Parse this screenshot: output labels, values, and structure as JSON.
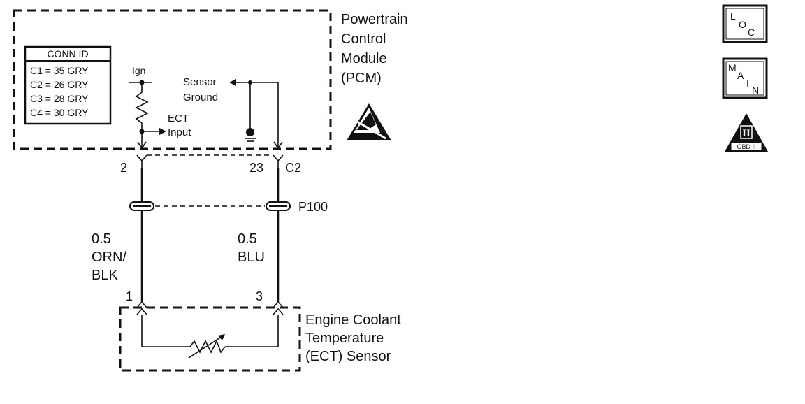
{
  "pcm": {
    "title_lines": [
      "Powertrain",
      "Control",
      "Module",
      "(PCM)"
    ],
    "conn_id": {
      "header": "CONN ID",
      "rows": [
        "C1 = 35 GRY",
        "C2 = 26 GRY",
        "C3 = 28 GRY",
        "C4 = 30 GRY"
      ]
    },
    "ign_label": "Ign",
    "ect_input_lines": [
      "ECT",
      "Input"
    ],
    "sensor_ground_lines": [
      "Sensor",
      "Ground"
    ]
  },
  "connector": {
    "left_pin": "2",
    "right_pin": "23",
    "name": "C2"
  },
  "splice": {
    "label": "P100"
  },
  "wires": {
    "left": {
      "gauge": "0.5",
      "color_lines": [
        "ORN/",
        "BLK"
      ]
    },
    "right": {
      "gauge": "0.5",
      "color_lines": [
        "BLU"
      ]
    }
  },
  "sensor": {
    "left_pin": "1",
    "right_pin": "3",
    "title_lines": [
      "Engine Coolant",
      "Temperature",
      "(ECT) Sensor"
    ]
  },
  "icons": {
    "loc": {
      "letters": [
        "L",
        "O",
        "C"
      ]
    },
    "main": {
      "letters": [
        "M",
        "A",
        "I",
        "N"
      ]
    },
    "obd": {
      "numeral": "II",
      "label": "OBD II"
    }
  }
}
